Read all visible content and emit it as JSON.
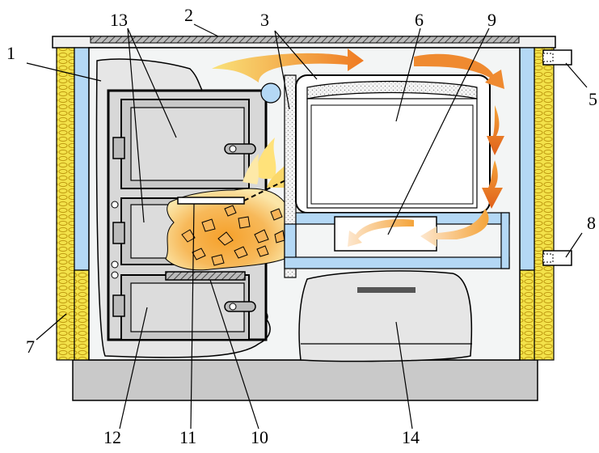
{
  "diagram": {
    "kind": "stove cross-section",
    "callouts": {
      "c1": "1",
      "c2": "2",
      "c3": "3",
      "c5": "5",
      "c6": "6",
      "c7": "7",
      "c8": "8",
      "c9": "9",
      "c10": "10",
      "c11": "11",
      "c12": "12",
      "c13": "13",
      "c14": "14"
    },
    "colors": {
      "insulation": "#f3e24a",
      "water_jacket": "#b4d8f5",
      "body": "#eef0f0",
      "door_gray": "#c8c8c8",
      "fire_orange": "#f4a23a",
      "flame_yellow": "#ffe27a",
      "arrow_orange": "#ef7a22",
      "base": "#c9c9c9"
    },
    "icons": [
      "flow-arrow-icon",
      "fire-icon",
      "pipe-icon"
    ]
  }
}
